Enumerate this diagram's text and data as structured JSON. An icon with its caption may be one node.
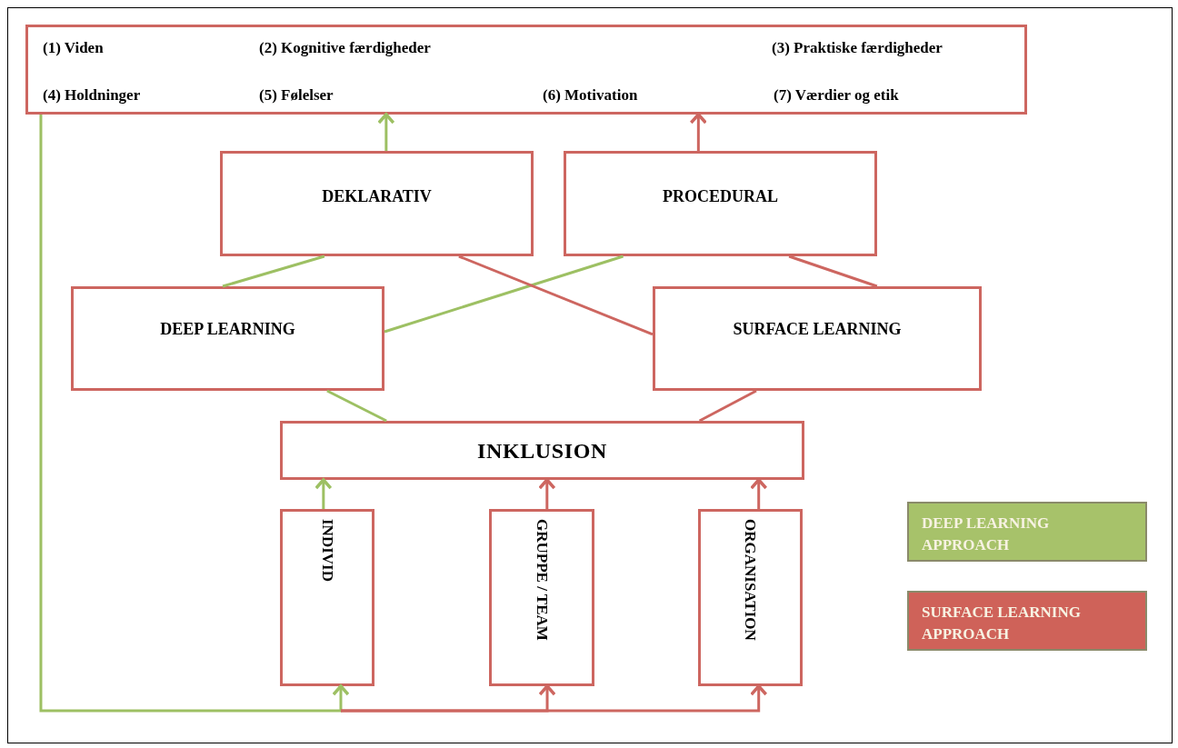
{
  "diagram": {
    "nodes": [
      {
        "text": [
          "(1) Viden",
          "(2) Kognitive færdigheder",
          "(3) Praktiske færdigheder",
          "(4) Holdninger",
          "(5) Følelser",
          "(6) Motivation",
          "(7) Værdier og etik"
        ]
      },
      {
        "text": [
          "DEKLARATIV"
        ]
      },
      {
        "text": [
          "PROCEDURAL"
        ]
      },
      {
        "text": [
          "DEEP LEARNING"
        ]
      },
      {
        "text": [
          "SURFACE LEARNING"
        ]
      },
      {
        "text": [
          "INKLUSION"
        ]
      },
      {
        "text": [
          "INDIVID"
        ]
      },
      {
        "text": [
          "GRUPPE / TEAM"
        ]
      },
      {
        "text": [
          "ORGANISATION"
        ]
      }
    ],
    "edges": [
      {
        "from": 1,
        "to": 0,
        "arrow": "to",
        "color": "#9dc063"
      },
      {
        "from": 2,
        "to": 0,
        "arrow": "to"
      },
      {
        "from": 3,
        "to": 1,
        "arrow": "none",
        "color": "#9dc063"
      },
      {
        "from": 3,
        "to": 2,
        "arrow": "none",
        "color": "#9dc063"
      },
      {
        "from": 4,
        "to": 1,
        "arrow": "none"
      },
      {
        "from": 4,
        "to": 2,
        "arrow": "none"
      },
      {
        "from": 3,
        "to": 5,
        "arrow": "none",
        "color": "#9dc063"
      },
      {
        "from": 4,
        "to": 5,
        "arrow": "none"
      },
      {
        "from": 6,
        "to": 5,
        "arrow": "to",
        "color": "#9dc063"
      },
      {
        "from": 7,
        "to": 5,
        "arrow": "to"
      },
      {
        "from": 8,
        "to": 5,
        "arrow": "to"
      },
      {
        "from": 0,
        "to": 6,
        "arrow": "to",
        "color": "#9dc063"
      },
      {
        "from": null,
        "to": 7,
        "arrow": "to"
      },
      {
        "from": null,
        "to": 8,
        "arrow": "to"
      }
    ],
    "legend": [
      {
        "text": "DEEP LEARNING APPROACH",
        "color": "#a7c26a"
      },
      {
        "text": "SURFACE LEARNING APPROACH",
        "color": "#cf6259"
      }
    ]
  }
}
